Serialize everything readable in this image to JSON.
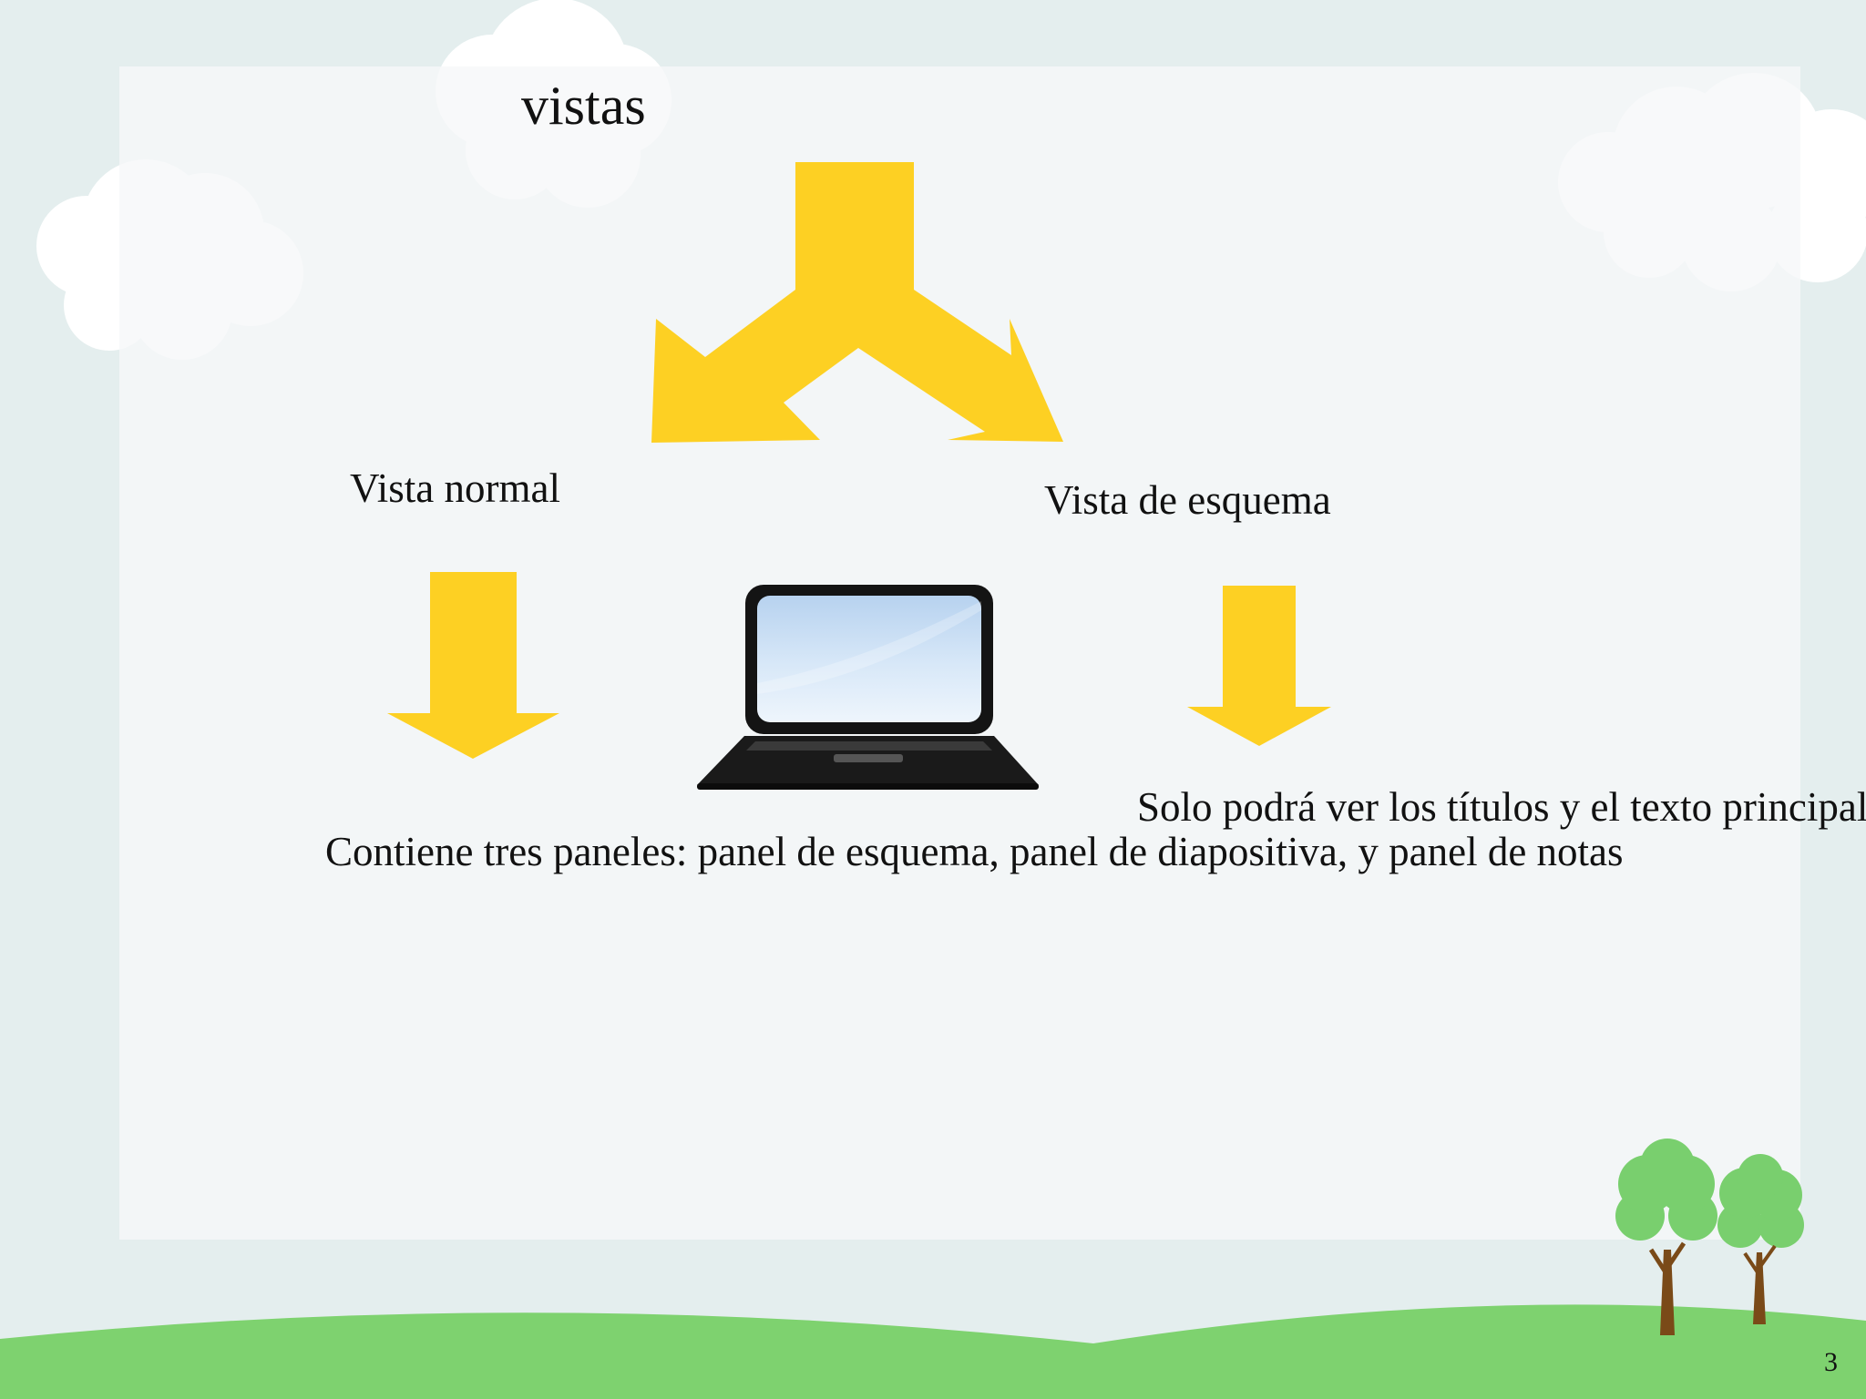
{
  "slide": {
    "title": "vistas",
    "page_number": "3"
  },
  "nodes": {
    "normal": {
      "label": "Vista normal",
      "description": "Contiene tres paneles: panel de esquema, panel de diapositiva, y panel de notas"
    },
    "outline": {
      "label": "Vista de esquema",
      "description": "Solo podrá ver los títulos y el texto  principal"
    }
  },
  "icons": {
    "laptop": "laptop-icon",
    "split_arrow": "split-arrow-icon",
    "down_arrow": "down-arrow-icon",
    "cloud": "cloud-icon",
    "tree": "tree-icon"
  },
  "colors": {
    "arrow": "#fdd023",
    "grass": "#7ed26f",
    "background": "#e4eeee",
    "panel": "#f6f8f9",
    "tree_foliage": "#79cf6e",
    "tree_trunk": "#7a4a18",
    "laptop_body": "#111111",
    "laptop_screen": "#c9dff4",
    "text": "#111111"
  }
}
